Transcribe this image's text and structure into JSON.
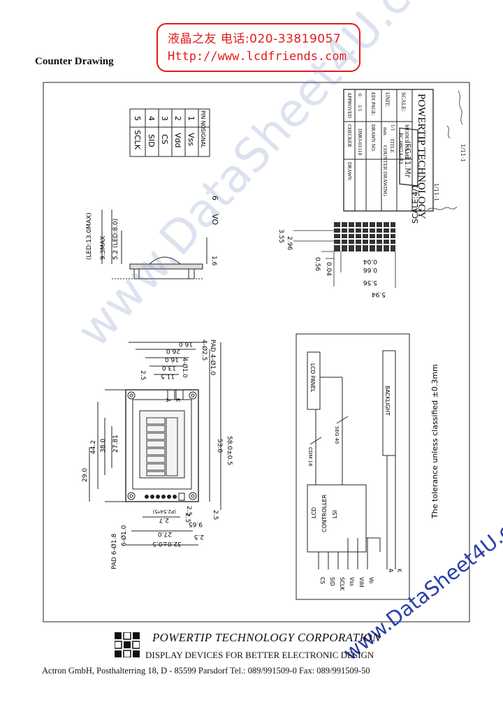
{
  "stamp": {
    "line1": "液晶之友 电话:020-33819057",
    "line2": "Http://www.lcdfriends.com"
  },
  "heading": "Counter Drawing",
  "title_block": {
    "company": "POWERTIP TECHNOLOGY",
    "model_label": "MODEL NAME",
    "model_value": "PC 0802A-P3",
    "scale_label": "SCALE:",
    "scale_value": "1/1",
    "title_label": "TITLE",
    "title_value": "COUNTER DRAWING",
    "unit_label": "UNIT:",
    "unit_value": "mm",
    "edi_label": "EDI.",
    "page_label": "PAGE:",
    "drawn_label": "DRAWN NO.",
    "edi_value": "0",
    "page_value": "1/1",
    "drawn_value": "DMO-01118",
    "approved_label": "APPROVED",
    "checker_label": "CHECKER",
    "drawn_by_label": "DRAWN",
    "stamp_text": "IFC 11.Mr",
    "handwriting": [
      "1/11-1",
      "1/11-1"
    ]
  },
  "pin_table": {
    "headers": [
      "PIN NO.",
      "SIGNAL"
    ],
    "rows": [
      [
        "1",
        "Vss"
      ],
      [
        "2",
        "Vdd"
      ],
      [
        "3",
        "CS"
      ],
      [
        "4",
        "SID"
      ],
      [
        "5",
        "SCLK"
      ],
      [
        "6",
        "VO"
      ]
    ]
  },
  "side_dims": [
    "(LED:13.0MAX)",
    "9.3MAX",
    "5.2 (LED:8.0)",
    "1.6"
  ],
  "dot_dims": [
    "3.55",
    "2.96",
    "0.56",
    "0.04",
    "0.66",
    "5.56",
    "5.94"
  ],
  "scale_note": "SCALE:4/1",
  "front_dims": [
    "16.0",
    "26.0",
    "16.0",
    "13.0",
    "11.5",
    "2.5",
    "4-Ø2.5",
    "PAD 4-Ø1.0",
    "4-Ø1.0",
    "44.2",
    "38.0",
    "27.81",
    "29.0",
    "53.0",
    "58.0±0.5",
    "2.5",
    "2.5",
    "9.65",
    "2.7",
    "(P2.54*5)",
    "27.0",
    "32.0±0.5",
    "PAD 6-Ø1.8",
    "6-Ø1.0",
    "2.5",
    "A",
    "K",
    "2.5"
  ],
  "block": {
    "lcd_panel": "LCD PANEL",
    "backlight": "BACKLIGHT",
    "controller": [
      "LCD",
      "CONTROLLER",
      "LSI"
    ],
    "com_bus": "COM 16",
    "seg_bus": "SEG 40",
    "pins": [
      "CS",
      "SID",
      "SCLK",
      "Vss",
      "Vdd",
      "Vo"
    ],
    "ak": [
      "A",
      "K"
    ]
  },
  "tolerance": "The tolerance unless classified ±0.3mm",
  "watermark_big": "www.DataSheet4U.com",
  "watermark_small": "www.DataSheet4U.com",
  "footer": {
    "corp": "POWERTIP TECHNOLOGY CORPORATION",
    "slogan": "DISPLAY DEVICES FOR BETTER ELECTRONIC DESIGN",
    "address": "Actron GmbH, Posthalterring 18, D - 85599 Parsdorf Tel.: 089/991509-0 Fax: 089/991509-50"
  }
}
